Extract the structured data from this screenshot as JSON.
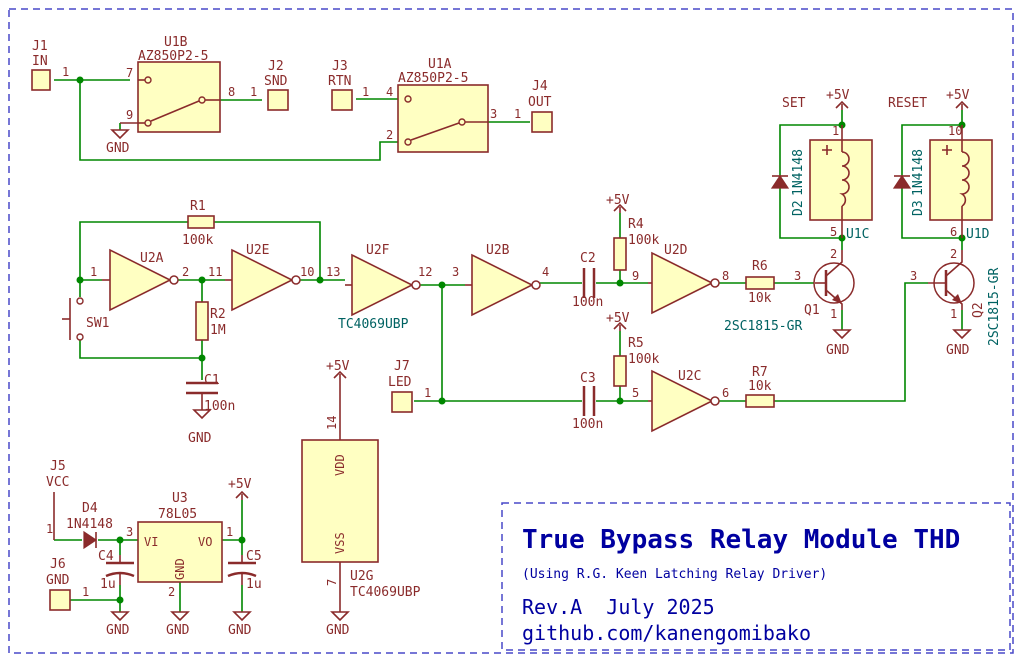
{
  "title_block": {
    "title": "True Bypass Relay Module THD",
    "subtitle": "(Using R.G. Keen Latching Relay Driver)",
    "revision": "Rev.A  July 2025",
    "url": "github.com/kanengomibako"
  },
  "power_labels": {
    "gnd": "GND",
    "vcc": "+5V",
    "vdd": "VDD",
    "vss": "VSS"
  },
  "connectors": {
    "j1": {
      "ref": "J1",
      "name": "IN",
      "pin": "1"
    },
    "j2": {
      "ref": "J2",
      "name": "SND",
      "pin": "1"
    },
    "j3": {
      "ref": "J3",
      "name": "RTN",
      "pin": "1"
    },
    "j4": {
      "ref": "J4",
      "name": "OUT",
      "pin": "1"
    },
    "j5": {
      "ref": "J5",
      "name": "VCC",
      "pin": "1"
    },
    "j6": {
      "ref": "J6",
      "name": "GND",
      "pin": "1"
    },
    "j7": {
      "ref": "J7",
      "name": "LED",
      "pin": "1"
    }
  },
  "relays": {
    "u1b": {
      "ref": "U1B",
      "value": "AZ850P2-5",
      "pins": [
        "7",
        "9",
        "8"
      ]
    },
    "u1a": {
      "ref": "U1A",
      "value": "AZ850P2-5",
      "pins": [
        "4",
        "2",
        "3"
      ]
    },
    "u1c": {
      "ref": "U1C",
      "label": "SET",
      "pins": [
        "1",
        "5"
      ]
    },
    "u1d": {
      "ref": "U1D",
      "label": "RESET",
      "pins": [
        "10",
        "6"
      ]
    }
  },
  "resistors": {
    "r1": {
      "ref": "R1",
      "value": "100k"
    },
    "r2": {
      "ref": "R2",
      "value": "1M"
    },
    "r4": {
      "ref": "R4",
      "value": "100k"
    },
    "r5": {
      "ref": "R5",
      "value": "100k"
    },
    "r6": {
      "ref": "R6",
      "value": "10k"
    },
    "r7": {
      "ref": "R7",
      "value": "10k"
    }
  },
  "capacitors": {
    "c1": {
      "ref": "C1",
      "value": "100n"
    },
    "c2": {
      "ref": "C2",
      "value": "100n"
    },
    "c3": {
      "ref": "C3",
      "value": "100n"
    },
    "c4": {
      "ref": "C4",
      "value": "1u"
    },
    "c5": {
      "ref": "C5",
      "value": "1u"
    }
  },
  "diodes": {
    "d2": {
      "ref": "D2",
      "value": "1N4148"
    },
    "d3": {
      "ref": "D3",
      "value": "1N4148"
    },
    "d4": {
      "ref": "D4",
      "value": "1N4148"
    }
  },
  "transistors": {
    "q1": {
      "ref": "Q1",
      "value": "2SC1815-GR",
      "pins": [
        "3",
        "2",
        "1"
      ]
    },
    "q2": {
      "ref": "Q2",
      "value": "2SC1815-GR",
      "pins": [
        "3",
        "2",
        "1"
      ]
    }
  },
  "inverters": {
    "u2a": {
      "ref": "U2A",
      "pins": [
        "1",
        "2"
      ]
    },
    "u2e": {
      "ref": "U2E",
      "pins": [
        "11",
        "10"
      ]
    },
    "u2f": {
      "ref": "U2F",
      "value": "TC4069UBP",
      "pins": [
        "13",
        "12"
      ]
    },
    "u2b": {
      "ref": "U2B",
      "pins": [
        "3",
        "4"
      ]
    },
    "u2d": {
      "ref": "U2D",
      "pins": [
        "9",
        "8"
      ]
    },
    "u2c": {
      "ref": "U2C",
      "pins": [
        "5",
        "6"
      ]
    },
    "u2g": {
      "ref": "U2G",
      "value": "TC4069UBP",
      "pins": [
        "14",
        "7"
      ]
    }
  },
  "switch": {
    "ref": "SW1"
  },
  "regulator": {
    "ref": "U3",
    "value": "78L05",
    "pin_vi": "VI",
    "pin_vo": "VO",
    "pin_gnd": "GND",
    "pins": [
      "3",
      "1",
      "2"
    ]
  }
}
